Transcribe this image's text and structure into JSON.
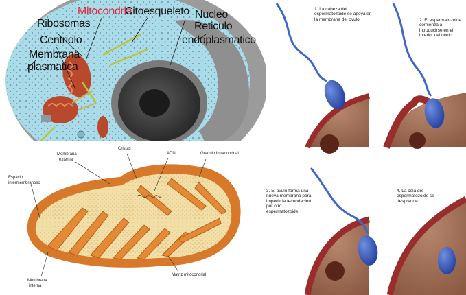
{
  "cell": {
    "labels": {
      "mitochondria": "Mitocondria",
      "cytoskeleton": "Citoesqueleto",
      "nucleus": "Nucleo",
      "ribosomes": "Ribosomas",
      "reticulum_line1": "Reticulo",
      "reticulum_line2": "endoplasmatico",
      "centriole": "Centriolo",
      "membrane_line1": "Membrana",
      "membrane_line2": "plasmatica"
    },
    "colors": {
      "mitochondria_label": "#e0283c"
    }
  },
  "mitochondrion": {
    "labels": {
      "outer_membrane_1": "Membrana",
      "outer_membrane_2": "externa",
      "top_small": "Cristas",
      "atp": "ADN",
      "granule": "Granulo intracondrial",
      "space_1": "Espacio",
      "space_2": "intermembranoso",
      "matrix": "Matriz mitocondrial",
      "inner_membrane_1": "Membrana",
      "inner_membrane_2": "interna"
    }
  },
  "fertilization": {
    "steps": [
      {
        "text": "1. La cabeza del espermatozoide se apoya en la membrana del ovulo."
      },
      {
        "text": "2. El espermatozoide comienza a introducirse en el interior del ovulo."
      },
      {
        "text": "3. El ovulo forma una nueva membrana para impedir la fecundacion por otro espermatozoide."
      },
      {
        "text": "4. La cola del espermatozoide se desprende."
      }
    ]
  }
}
